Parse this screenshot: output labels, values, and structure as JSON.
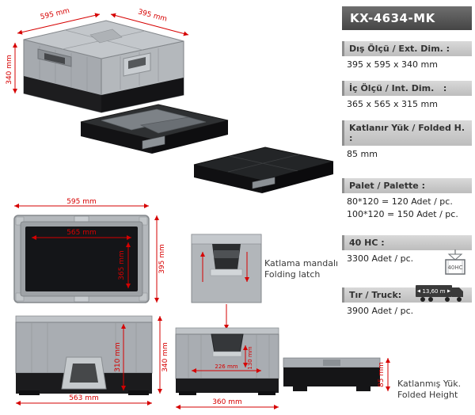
{
  "product": {
    "code": "KX-4634-MK"
  },
  "specs": [
    {
      "label": "Dış Ölçü / Ext. Dim. :",
      "values": [
        "395 x 595 x 340 mm"
      ]
    },
    {
      "label": "İç Ölçü / Int. Dim.   :",
      "values": [
        "365 x 565 x 315 mm"
      ]
    },
    {
      "label": "Katlanır Yük / Folded H. :",
      "values": [
        "85 mm"
      ]
    },
    {
      "label": "Palet / Palette :",
      "values": [
        "80*120 = 120 Adet / pc.",
        "100*120 = 150 Adet / pc."
      ]
    },
    {
      "label": "40 HC :",
      "values": [
        "3300 Adet / pc."
      ],
      "icon_label": "40HC"
    },
    {
      "label": "Tır / Truck:",
      "values": [
        "3900 Adet / pc."
      ],
      "icon_label": "13,60 m"
    }
  ],
  "dims": {
    "iso_width": "595 mm",
    "iso_depth": "395 mm",
    "iso_height": "340 mm",
    "top_width": "595 mm",
    "top_depth": "395 mm",
    "top_inner_width": "565 mm",
    "top_inner_depth": "365 mm",
    "front_width": "563 mm",
    "front_height": "340 mm",
    "front_inner_height": "310 mm",
    "latch_width": "360 mm",
    "latch_span": "226 mm",
    "latch_height": "130 mm",
    "folded_height": "85 mm"
  },
  "annotations": {
    "folding_latch_tr": "Katlama mandalı",
    "folding_latch_en": "Folding latch",
    "folded_height_tr": "Katlanmış Yük.",
    "folded_height_en": "Folded Height"
  },
  "colors": {
    "accent_red": "#d60000",
    "panel_header_dark": "#454545",
    "section_bar_gray": "#c9c9c9",
    "crate_gray": "#a9adb2",
    "crate_dark": "#1b1b1d"
  }
}
